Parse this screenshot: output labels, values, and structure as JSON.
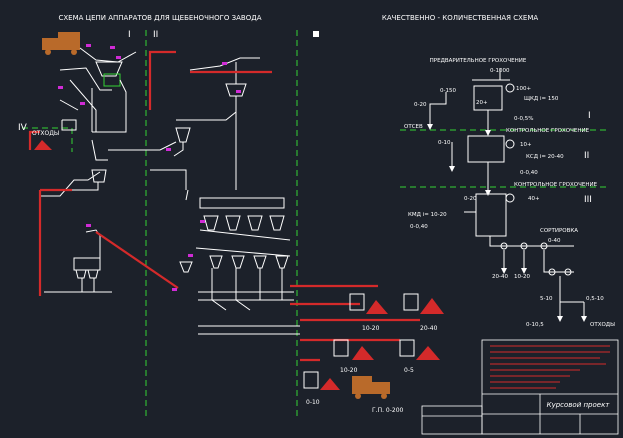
{
  "left_title": "СХЕМА ЦЕПИ АППАРАТОВ ДЛЯ ЩЕБЕНОЧНОГО ЗАВОДА",
  "right_title": "КАЧЕСТВЕННО - КОЛИЧЕСТВЕННАЯ СХЕМА",
  "stage_labels": {
    "i": "I",
    "ii": "II",
    "iii": "III",
    "iv": "IV"
  },
  "waste_label": "ОТХОДЫ",
  "product_labels": {
    "p1": "10-20",
    "p2": "20-40",
    "p3": "10-20",
    "p4": "0-5",
    "p5": "0-10",
    "p6": "Г.П. 0-200"
  },
  "flow": {
    "prelim_screening": "ПРЕДВАРИТЕЛЬНОЕ ГРОХОЧЕНИЕ",
    "feed": "0-1000",
    "top_left_1": "0-150",
    "top_left_2": "0-20",
    "top_right": "20+",
    "top_right_2": "100+",
    "crush1_params": "ЩКД i= 150",
    "stage1_roman": "I",
    "crush1_out": "0-0,5%",
    "otsev": "ОТСЕВ",
    "control1": "КОНТРОЛЬНОЕ ГРОХОЧЕНИЕ",
    "mid_left": "0-10",
    "mid_right": "10+",
    "crush2_params": "КСД i= 20-40",
    "stage2_roman": "II",
    "crush2_out": "0-0,40",
    "control2": "КОНТРОЛЬНОЕ ГРОХОЧЕНИЕ",
    "c3_left": "0-20",
    "c3_right": "40+",
    "crush3_params": "КМД i= 10-20",
    "crush3_out": "0-0,40",
    "stage3_roman": "III",
    "sorting": "СОРТИРОВКА",
    "sort_feed": "0-40",
    "sort_left": "20-40",
    "sort_mid": "10-20",
    "sort_bl": "5-10",
    "sort_br": "0,5-10",
    "sort_bottom_left": "0-10,5",
    "sort_bottom_right": "ОТХОДЫ"
  },
  "title_block": {
    "project": "Курсовой проект"
  },
  "colors": {
    "background": "#1c212a",
    "line": "#ffffff",
    "belt": "#d42a2a",
    "divider": "#34d234",
    "accent": "#d02bd6",
    "pile": "#d42a2a",
    "truck": "#b96a2a"
  }
}
